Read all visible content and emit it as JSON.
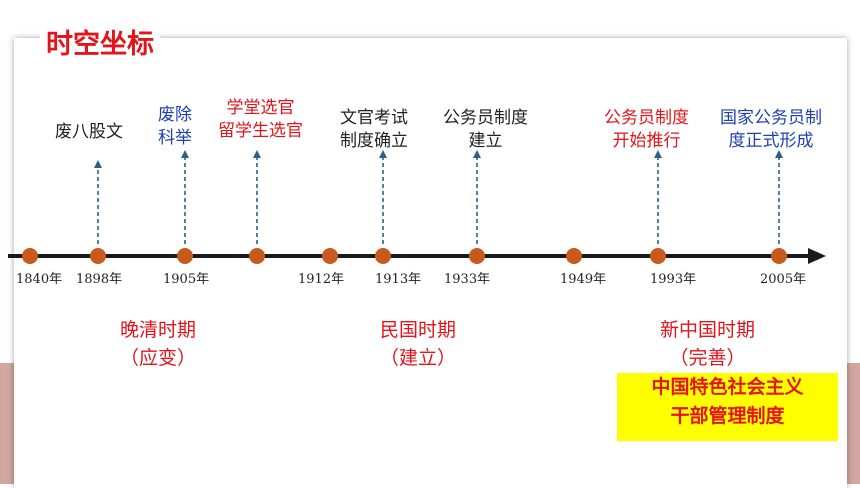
{
  "title": "时空坐标",
  "events": [
    {
      "lines": [
        "废八股文"
      ],
      "color": "#222222"
    },
    {
      "lines": [
        "废除",
        "科举"
      ],
      "color": "#1f3fb4"
    },
    {
      "lines": [
        "学堂选官",
        "留学生选官"
      ],
      "color": "#e4141b"
    },
    {
      "lines": [
        "文官考试",
        "制度确立"
      ],
      "color": "#222222"
    },
    {
      "lines": [
        "公务员制度",
        "建立"
      ],
      "color": "#222222"
    },
    {
      "lines": [
        "公务员制度",
        "开始推行"
      ],
      "color": "#e4141b"
    },
    {
      "lines": [
        "国家公务员制",
        "度正式形成"
      ],
      "color": "#1f3fb4"
    }
  ],
  "years": [
    "1840年",
    "1898年",
    "1905年",
    "1912年",
    "1913年",
    "1933年",
    "1949年",
    "1993年",
    "2005年"
  ],
  "eras": [
    {
      "name": "晚清时期",
      "note": "（应变）"
    },
    {
      "name": "民国时期",
      "note": "（建立）"
    },
    {
      "name": "新中国时期",
      "note": "（完善）"
    }
  ],
  "summary": {
    "line1": "中国特色社会主义",
    "line2": "干部管理制度"
  },
  "colors": {
    "accent": "#e4141b",
    "dot": "#c85a1e",
    "axis": "#1a1a1a",
    "arrow": "#2d5f8a",
    "band": "#d3a6a0",
    "highlight": "#ffff00"
  }
}
